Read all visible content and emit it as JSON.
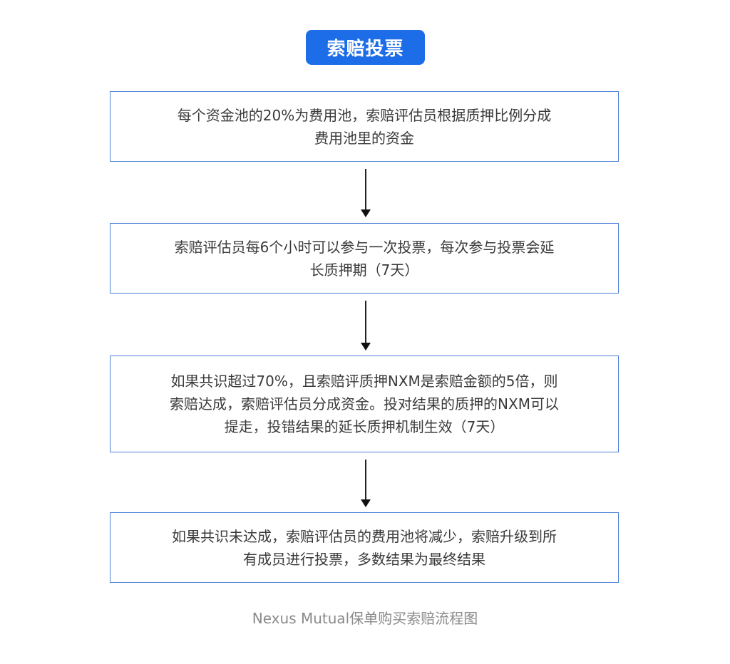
{
  "title": "索赔投票",
  "steps": [
    {
      "text": "每个资金池的20%为费用池，索赔评估员根据质押比例分成\n费用池里的资金"
    },
    {
      "text": "索赔评估员每6个小时可以参与一次投票，每次参与投票会延\n长质押期（7天）"
    },
    {
      "text": "如果共识超过70%，且索赔评质押NXM是索赔金额的5倍，则\n索赔达成，索赔评估员分成资金。投对结果的质押的NXM可以\n提走，投错结果的延长质押机制生效（7天）"
    },
    {
      "text": "如果共识未达成，索赔评估员的费用池将减少，索赔升级到所\n有成员进行投票，多数结果为最终结果"
    }
  ],
  "caption": "Nexus Mutual保单购买索赔流程图",
  "colors": {
    "title_bg": "#1d6de8",
    "box_border": "#4a7fd6",
    "arrow": "#222222",
    "caption": "#8a8a8a"
  }
}
